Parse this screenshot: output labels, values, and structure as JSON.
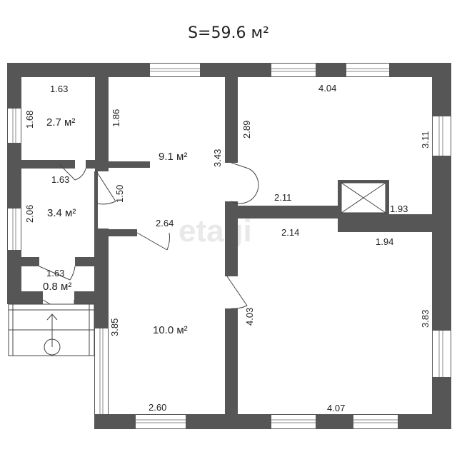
{
  "title": "S=59.6 м²",
  "watermark": "etagi",
  "rooms": [
    {
      "id": "room-a",
      "area": "2.7 м²"
    },
    {
      "id": "room-b",
      "area": "9.1 м²"
    },
    {
      "id": "room-c",
      "area": "3.4 м²"
    },
    {
      "id": "room-d",
      "area": "0.8 м²"
    },
    {
      "id": "room-e",
      "area": "10.0 м²"
    }
  ],
  "dimensions": {
    "d1": "1.63",
    "d2": "1.68",
    "d3": "1.86",
    "d4": "4.04",
    "d5": "2.89",
    "d6": "3.11",
    "d7": "3.43",
    "d8": "1.63",
    "d9": "1.50",
    "d10": "2.11",
    "d11": "1.93",
    "d12": "2.06",
    "d13": "2.64",
    "d14": "2.14",
    "d15": "1.94",
    "d16": "1.63",
    "d17": "4.03",
    "d18": "3.85",
    "d19": "3.83",
    "d20": "2.60",
    "d21": "4.07"
  },
  "colors": {
    "wall": "#565656",
    "background": "#ffffff"
  }
}
